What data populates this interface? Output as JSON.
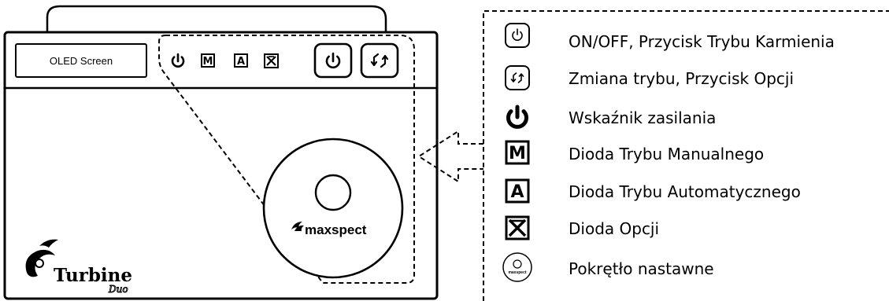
{
  "device": {
    "screen_label": "OLED Screen",
    "brand": "maxspect",
    "product_word": "Turbine",
    "product_suffix": "Duo",
    "indicator_power_icon": "power-icon",
    "indicator_manual": "M",
    "indicator_auto": "A",
    "indicator_option_icon": "x-box-icon",
    "button_power_icon": "power-icon",
    "button_mode_icon": "mode-switch-icon"
  },
  "legend": {
    "items": [
      {
        "icon": "power-button-icon",
        "label": "ON/OFF, Przycisk Trybu Karmienia"
      },
      {
        "icon": "mode-button-icon",
        "label": "Zmiana trybu, Przycisk Opcji"
      },
      {
        "icon": "power-icon",
        "label": "Wskaźnik zasilania"
      },
      {
        "icon": "m-box-icon",
        "glyph": "M",
        "label": "Dioda Trybu Manualnego"
      },
      {
        "icon": "a-box-icon",
        "glyph": "A",
        "label": "Dioda Trybu Automatycznego"
      },
      {
        "icon": "x-box-icon",
        "label": "Dioda Opcji"
      },
      {
        "icon": "knob-icon",
        "brand": "maxspect",
        "label": "Pokrętło nastawne"
      }
    ]
  }
}
